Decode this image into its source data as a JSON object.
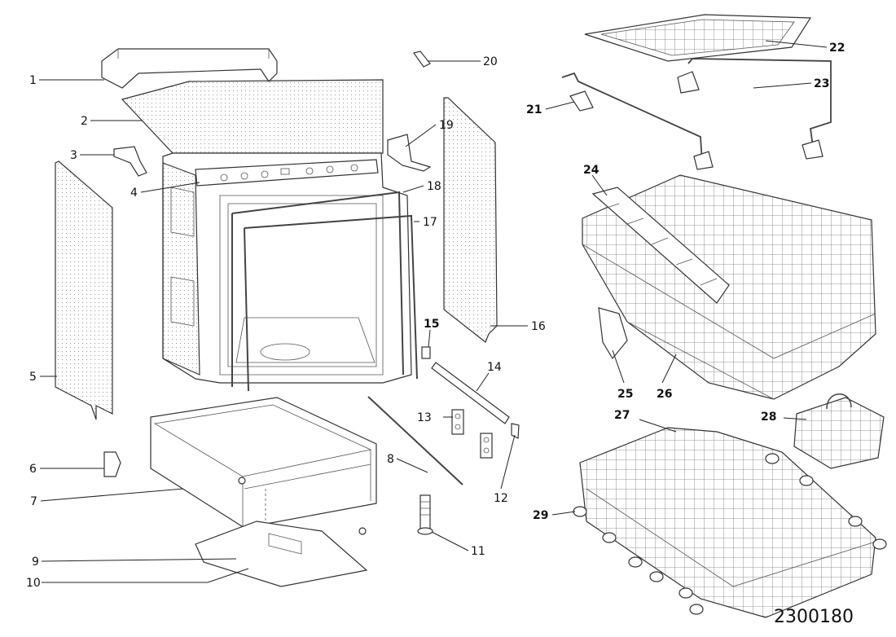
{
  "diagram": {
    "drawing_number": "2300180",
    "callouts": [
      {
        "id": "1",
        "bold": false
      },
      {
        "id": "2",
        "bold": false
      },
      {
        "id": "3",
        "bold": false
      },
      {
        "id": "4",
        "bold": false
      },
      {
        "id": "5",
        "bold": false
      },
      {
        "id": "6",
        "bold": false
      },
      {
        "id": "7",
        "bold": false
      },
      {
        "id": "8",
        "bold": false
      },
      {
        "id": "9",
        "bold": false
      },
      {
        "id": "10",
        "bold": false
      },
      {
        "id": "11",
        "bold": false
      },
      {
        "id": "12",
        "bold": false
      },
      {
        "id": "13",
        "bold": false
      },
      {
        "id": "14",
        "bold": false
      },
      {
        "id": "15",
        "bold": true
      },
      {
        "id": "16",
        "bold": false
      },
      {
        "id": "17",
        "bold": false
      },
      {
        "id": "18",
        "bold": false
      },
      {
        "id": "19",
        "bold": false
      },
      {
        "id": "20",
        "bold": false
      },
      {
        "id": "21",
        "bold": true
      },
      {
        "id": "22",
        "bold": true
      },
      {
        "id": "23",
        "bold": true
      },
      {
        "id": "24",
        "bold": true
      },
      {
        "id": "25",
        "bold": true
      },
      {
        "id": "26",
        "bold": true
      },
      {
        "id": "27",
        "bold": true
      },
      {
        "id": "28",
        "bold": true
      },
      {
        "id": "29",
        "bold": true
      }
    ]
  }
}
